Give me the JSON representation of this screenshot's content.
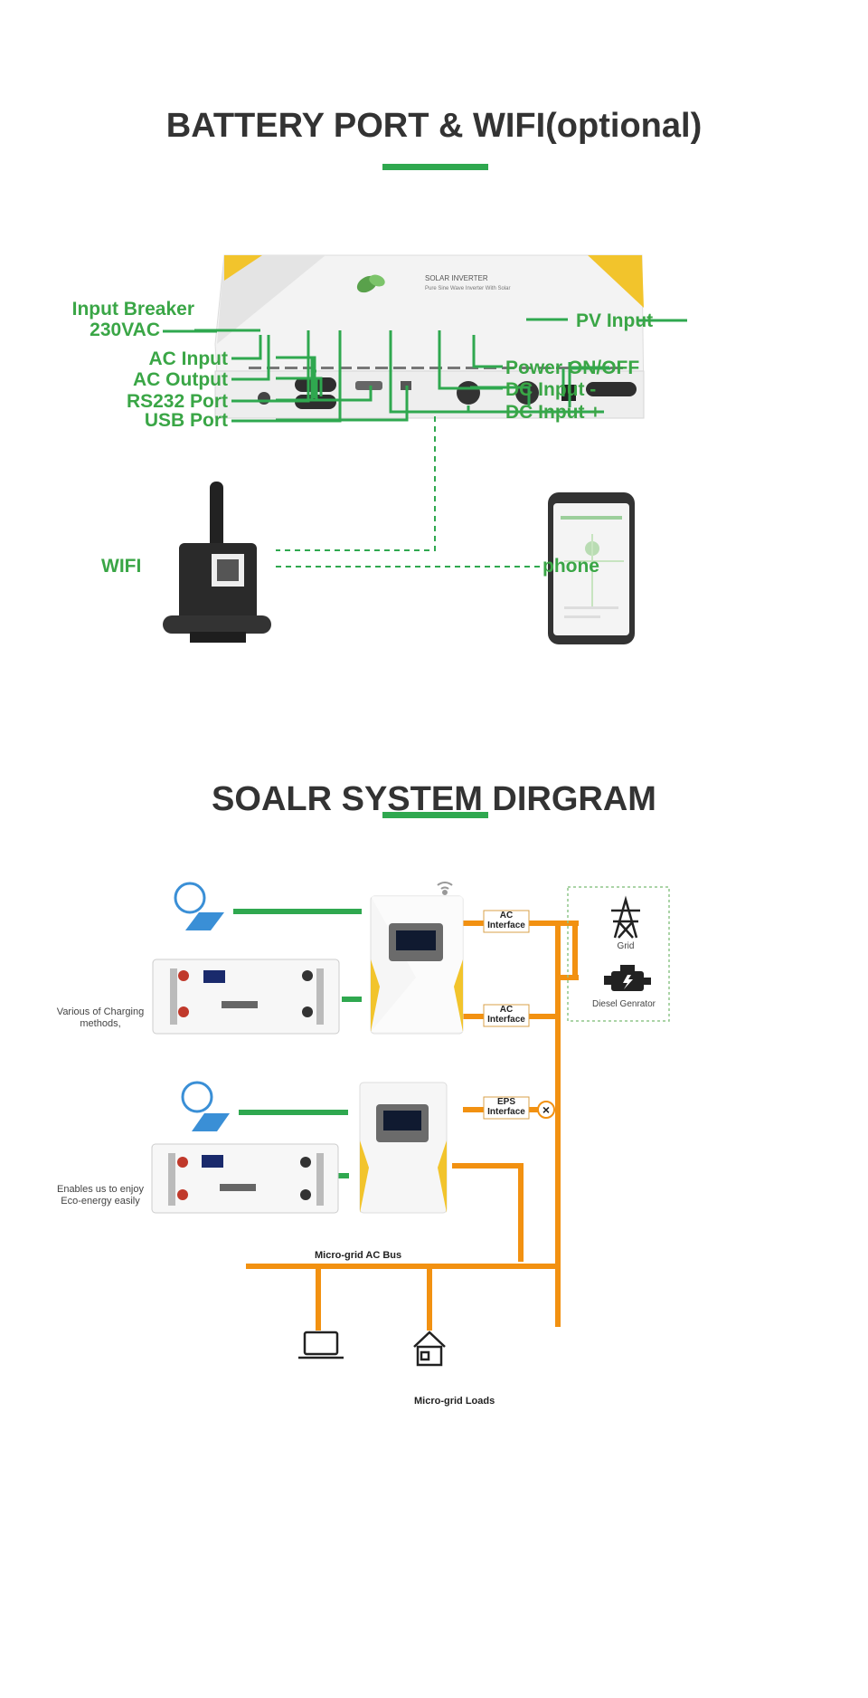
{
  "section1": {
    "title": "BATTERY PORT & WIFI(optional)",
    "inverter_brand": "SOLAR INVERTER",
    "inverter_subtitle": "Pure Sine Wave Inverter With Solar",
    "labels": {
      "input_breaker": "Input Breaker",
      "input_breaker_voltage": "230VAC",
      "ac_input": "AC Input",
      "ac_output": "AC Output",
      "rs232": "RS232 Port",
      "usb": "USB Port",
      "pv_input": "PV Input",
      "power_onoff": "Power ON/OFF",
      "dc_minus": "DC Input -",
      "dc_plus": "DC Input +",
      "wifi": "WIFI",
      "phone": "phone"
    }
  },
  "section2": {
    "title": "SOALR SYSTEM DIRGRAM",
    "ac_interface": "AC Interface",
    "eps_interface": "EPS Interface",
    "grid": "Grid",
    "diesel": "Diesel Genrator",
    "charging_note_line1": "Various of Charging",
    "charging_note_line2": "methods,",
    "eco_note_line1": "Enables us to enjoy",
    "eco_note_line2": "Eco-energy easily",
    "ac_bus": "Micro-grid AC Bus",
    "loads": "Micro-grid Loads"
  },
  "colors": {
    "green_accent": "#2fa84f",
    "label_green": "#3aa646",
    "orange": "#f29111",
    "heading": "#333333"
  }
}
